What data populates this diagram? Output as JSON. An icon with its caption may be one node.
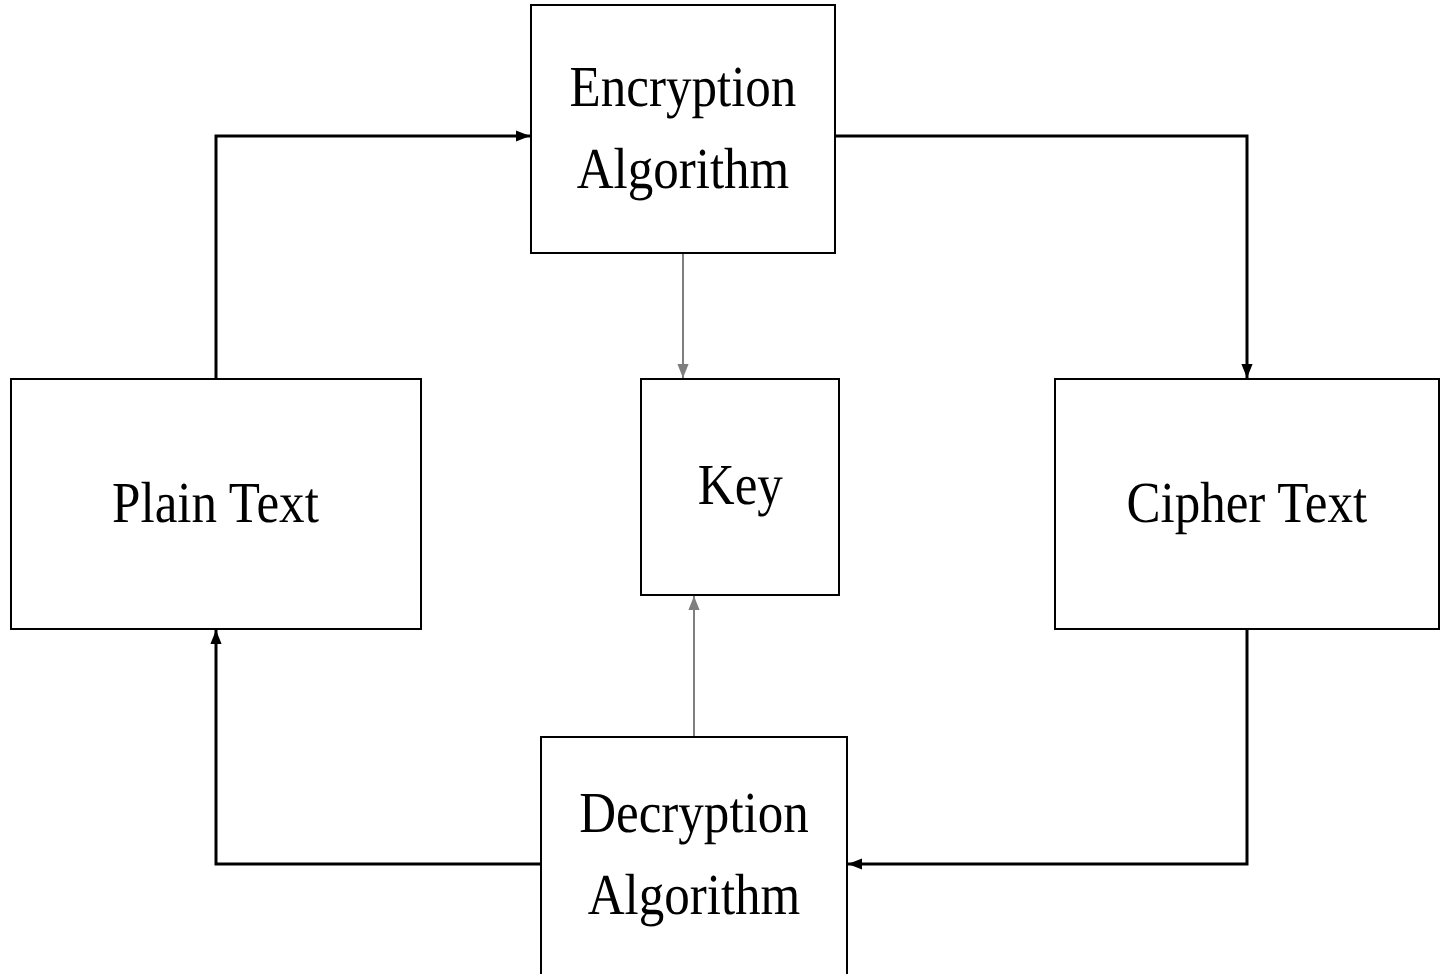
{
  "diagram": {
    "nodes": [
      {
        "text": [
          "Encryption Algorithm"
        ]
      },
      {
        "text": [
          "Plain Text"
        ]
      },
      {
        "text": [
          "Key"
        ]
      },
      {
        "text": [
          "Cipher Text"
        ]
      },
      {
        "text": [
          "Decryption Algorithm"
        ]
      }
    ],
    "edges": [
      {
        "from": 1,
        "to": 0,
        "arrow": "to"
      },
      {
        "from": 0,
        "to": 3,
        "arrow": "to"
      },
      {
        "from": 0,
        "to": 2,
        "arrow": "to",
        "color": "#7f7f7f"
      },
      {
        "from": 4,
        "to": 2,
        "arrow": "to",
        "color": "#7f7f7f"
      },
      {
        "from": 3,
        "to": 4,
        "arrow": "to"
      },
      {
        "from": 4,
        "to": 1,
        "arrow": "to"
      }
    ]
  }
}
